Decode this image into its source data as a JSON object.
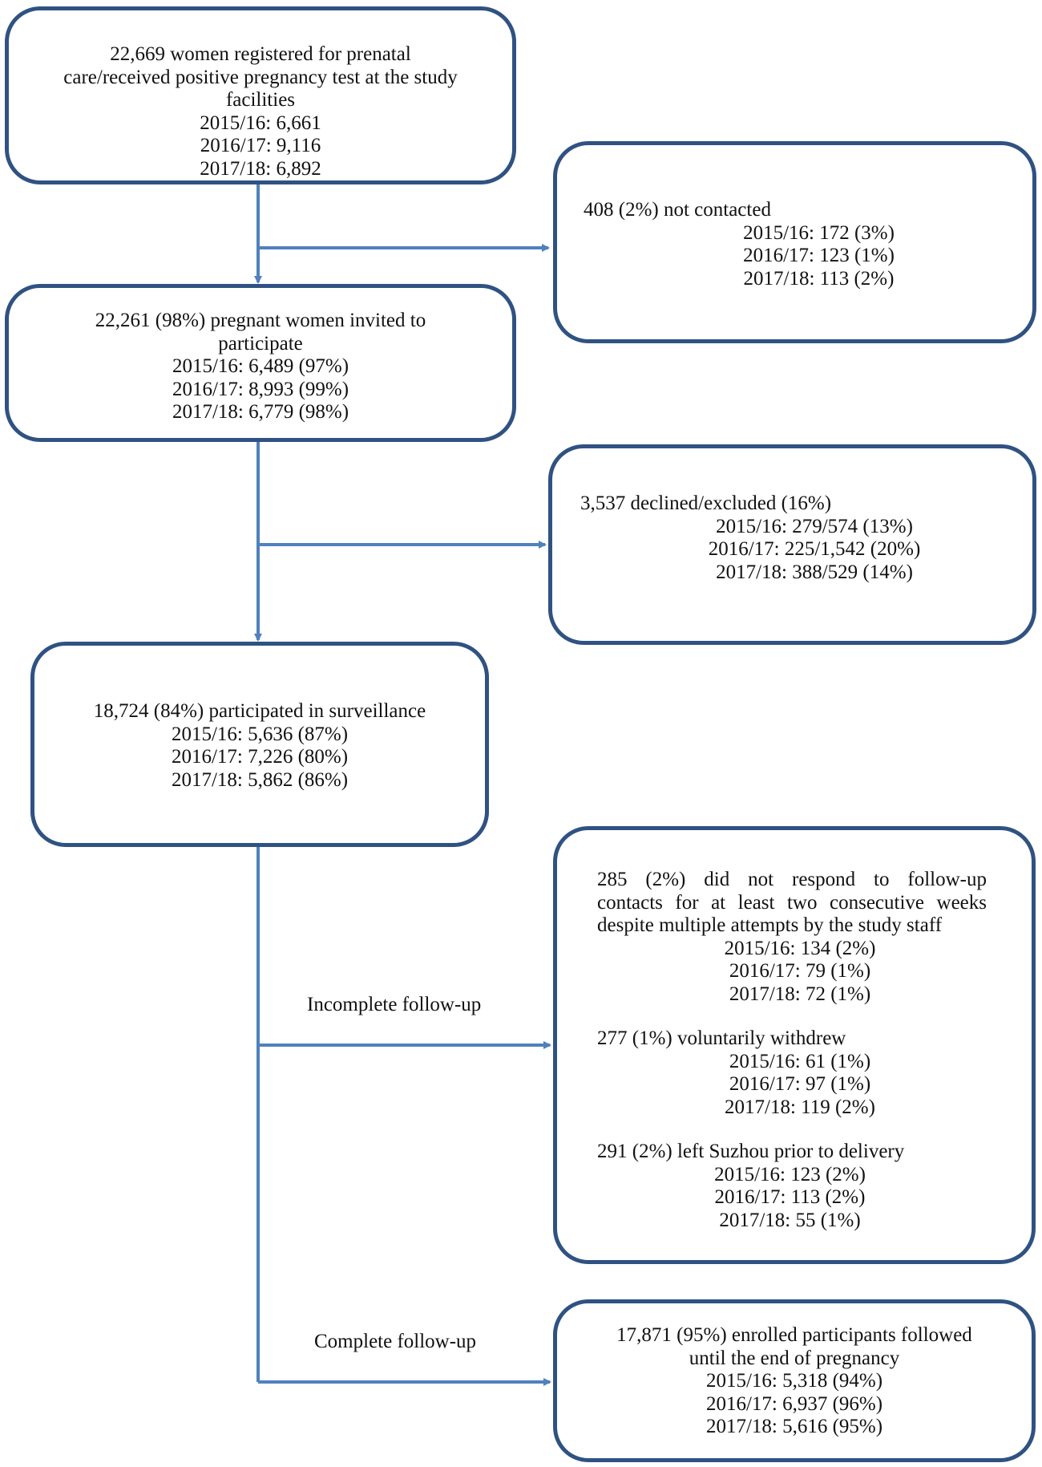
{
  "registered": {
    "lines": [
      "22,669 women registered for prenatal",
      "care/received positive pregnancy test at the study",
      "facilities",
      "2015/16: 6,661",
      "2016/17: 9,116",
      "2017/18: 6,892"
    ]
  },
  "not_contacted": {
    "header": "408 (2%) not contacted",
    "lines": [
      "2015/16: 172 (3%)",
      "2016/17: 123 (1%)",
      "2017/18: 113 (2%)"
    ]
  },
  "invited": {
    "lines": [
      "22,261 (98%) pregnant women invited to",
      "participate",
      "2015/16: 6,489 (97%)",
      "2016/17: 8,993 (99%)",
      "2017/18: 6,779 (98%)"
    ]
  },
  "declined": {
    "header": "3,537 declined/excluded (16%)",
    "lines": [
      "2015/16: 279/574 (13%)",
      "2016/17: 225/1,542 (20%)",
      "2017/18: 388/529 (14%)"
    ]
  },
  "participated": {
    "lines": [
      "18,724 (84%) participated in surveillance",
      "2015/16: 5,636 (87%)",
      "2016/17: 7,226 (80%)",
      "2017/18: 5,862 (86%)"
    ]
  },
  "incomplete": {
    "edge_label": "Incomplete follow-up",
    "no_response": {
      "text_lines": [
        "285 (2%) did not respond to follow-up",
        "contacts for at least two consecutive weeks",
        "despite multiple attempts by the study staff"
      ],
      "lines": [
        "2015/16: 134 (2%)",
        "2016/17: 79 (1%)",
        "2017/18: 72 (1%)"
      ]
    },
    "withdrew": {
      "header": "277 (1%) voluntarily withdrew",
      "lines": [
        "2015/16: 61 (1%)",
        "2016/17: 97 (1%)",
        "2017/18: 119 (2%)"
      ]
    },
    "left": {
      "header": "291 (2%) left Suzhou prior to delivery",
      "lines": [
        "2015/16: 123 (2%)",
        "2016/17: 113 (2%)",
        "2017/18: 55 (1%)"
      ]
    }
  },
  "complete": {
    "edge_label": "Complete follow-up",
    "lines": [
      "17,871 (95%) enrolled participants followed",
      "until the end of pregnancy",
      "2015/16: 5,318 (94%)",
      "2016/17: 6,937 (96%)",
      "2017/18: 5,616 (95%)"
    ]
  },
  "colors": {
    "box_border": "#2f5282",
    "arrow": "#4f81bd"
  }
}
